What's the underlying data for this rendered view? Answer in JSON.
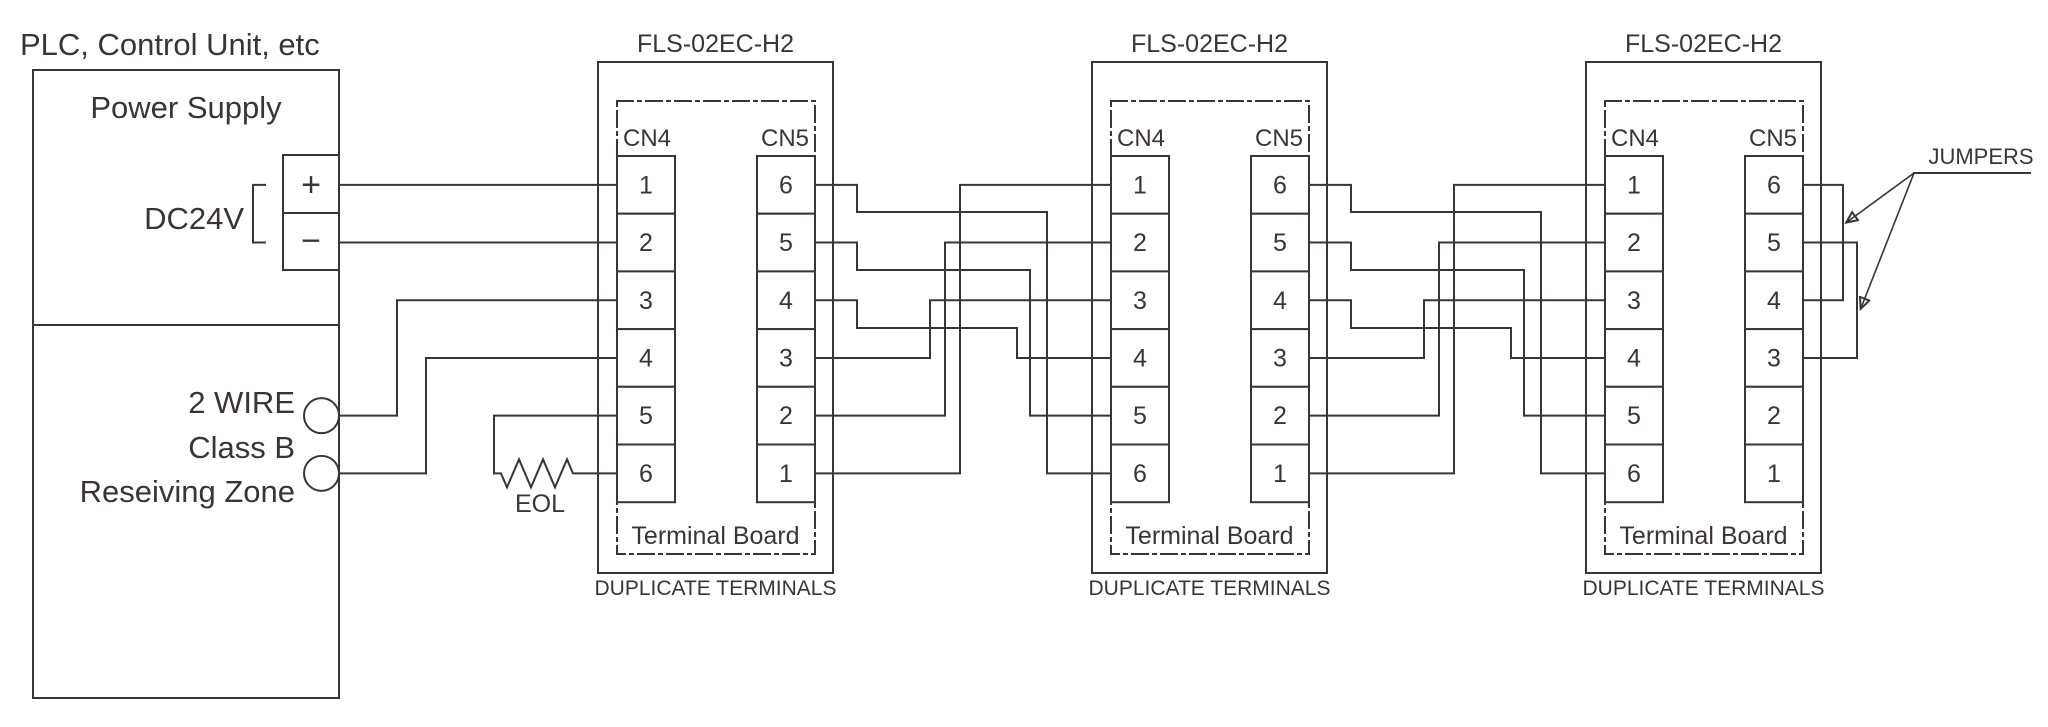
{
  "colors": {
    "line": "#3a3438",
    "background": "#ffffff"
  },
  "plc": {
    "title": "PLC, Control Unit, etc",
    "power_supply_label": "Power Supply",
    "dc24v_label": "DC24V",
    "plus_label": "+",
    "minus_label": "−",
    "zone_lines": [
      "2 WIRE",
      "Class B",
      "Reseiving Zone"
    ]
  },
  "eol": {
    "label": "EOL"
  },
  "jumpers": {
    "label": "JUMPERS"
  },
  "boards": [
    {
      "model": "FLS-02EC-H2",
      "cn4_label": "CN4",
      "cn5_label": "CN5",
      "cn4_terminals": [
        "1",
        "2",
        "3",
        "4",
        "5",
        "6"
      ],
      "cn5_terminals": [
        "6",
        "5",
        "4",
        "3",
        "2",
        "1"
      ],
      "board_label": "Terminal Board",
      "caption": "DUPLICATE TERMINALS"
    },
    {
      "model": "FLS-02EC-H2",
      "cn4_label": "CN4",
      "cn5_label": "CN5",
      "cn4_terminals": [
        "1",
        "2",
        "3",
        "4",
        "5",
        "6"
      ],
      "cn5_terminals": [
        "6",
        "5",
        "4",
        "3",
        "2",
        "1"
      ],
      "board_label": "Terminal Board",
      "caption": "DUPLICATE TERMINALS"
    },
    {
      "model": "FLS-02EC-H2",
      "cn4_label": "CN4",
      "cn5_label": "CN5",
      "cn4_terminals": [
        "1",
        "2",
        "3",
        "4",
        "5",
        "6"
      ],
      "cn5_terminals": [
        "6",
        "5",
        "4",
        "3",
        "2",
        "1"
      ],
      "board_label": "Terminal Board",
      "caption": "DUPLICATE TERMINALS"
    }
  ]
}
